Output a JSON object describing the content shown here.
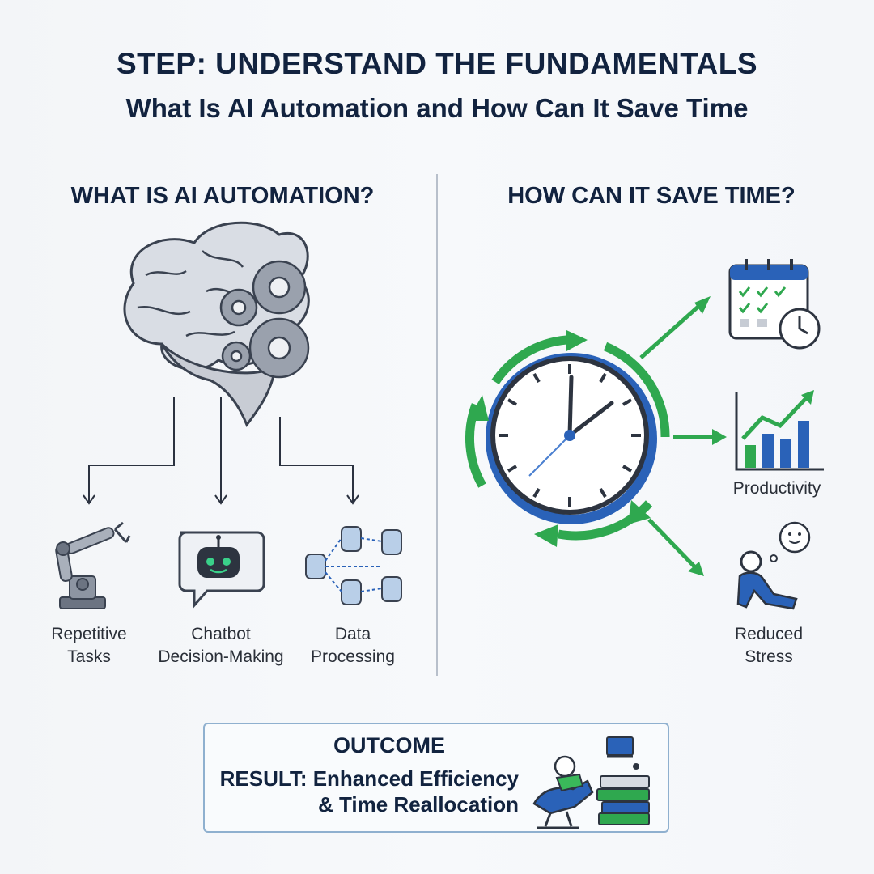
{
  "header": {
    "title": "STEP: UNDERSTAND THE FUNDAMENTALS",
    "subtitle": "What Is AI Automation and How Can It Save Time"
  },
  "left": {
    "heading": "WHAT IS AI AUTOMATION?",
    "items": [
      {
        "line1": "Repetitive",
        "line2": "Tasks",
        "icon": "robot-arm-icon"
      },
      {
        "line1": "Chatbot",
        "line2": "Decision-Making",
        "icon": "chatbot-icon"
      },
      {
        "line1": "Data",
        "line2": "Processing",
        "icon": "database-icon"
      }
    ]
  },
  "right": {
    "heading": "HOW CAN IT SAVE TIME?",
    "benefits": [
      {
        "label": "",
        "icon": "calendar-clock-icon"
      },
      {
        "label": "Productivity",
        "icon": "growth-chart-icon"
      },
      {
        "line1": "Reduced",
        "line2": "Stress",
        "icon": "relaxed-person-icon"
      }
    ]
  },
  "outcome": {
    "heading": "OUTCOME",
    "line1": "RESULT: Enhanced Efficiency",
    "line2": "& Time Reallocation"
  },
  "colors": {
    "navy": "#12233f",
    "green": "#2fa84f",
    "blue": "#2a62b8",
    "gray": "#7c8593"
  }
}
